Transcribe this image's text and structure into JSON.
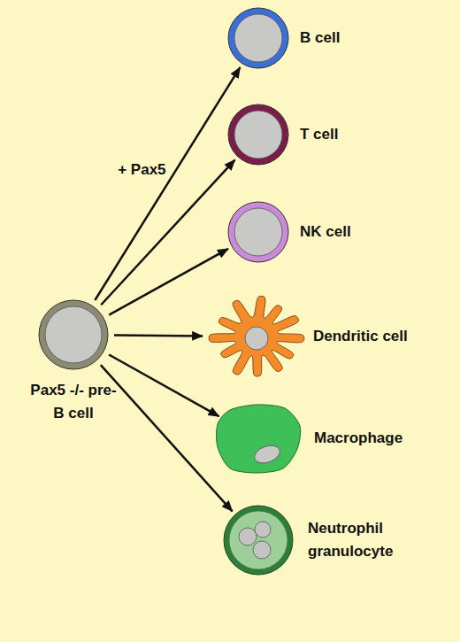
{
  "diagram": {
    "nodes": [
      {
        "text": [
          "Pax5 -/- pre-B cell"
        ]
      },
      {
        "text": [
          "B cell"
        ]
      },
      {
        "text": [
          "T cell"
        ]
      },
      {
        "text": [
          "NK cell"
        ]
      },
      {
        "text": [
          "Dendritic cell"
        ]
      },
      {
        "text": [
          "Macrophage"
        ]
      },
      {
        "text": [
          "Neutrophil granulocyte"
        ]
      }
    ],
    "edges": [
      {
        "from": 0,
        "to": 1,
        "arrow": "to",
        "label": "+ Pax5"
      },
      {
        "from": 0,
        "to": 2,
        "arrow": "to"
      },
      {
        "from": 0,
        "to": 3,
        "arrow": "to"
      },
      {
        "from": 0,
        "to": 4,
        "arrow": "to"
      },
      {
        "from": 0,
        "to": 5,
        "arrow": "to"
      },
      {
        "from": 0,
        "to": 6,
        "arrow": "to"
      }
    ]
  }
}
